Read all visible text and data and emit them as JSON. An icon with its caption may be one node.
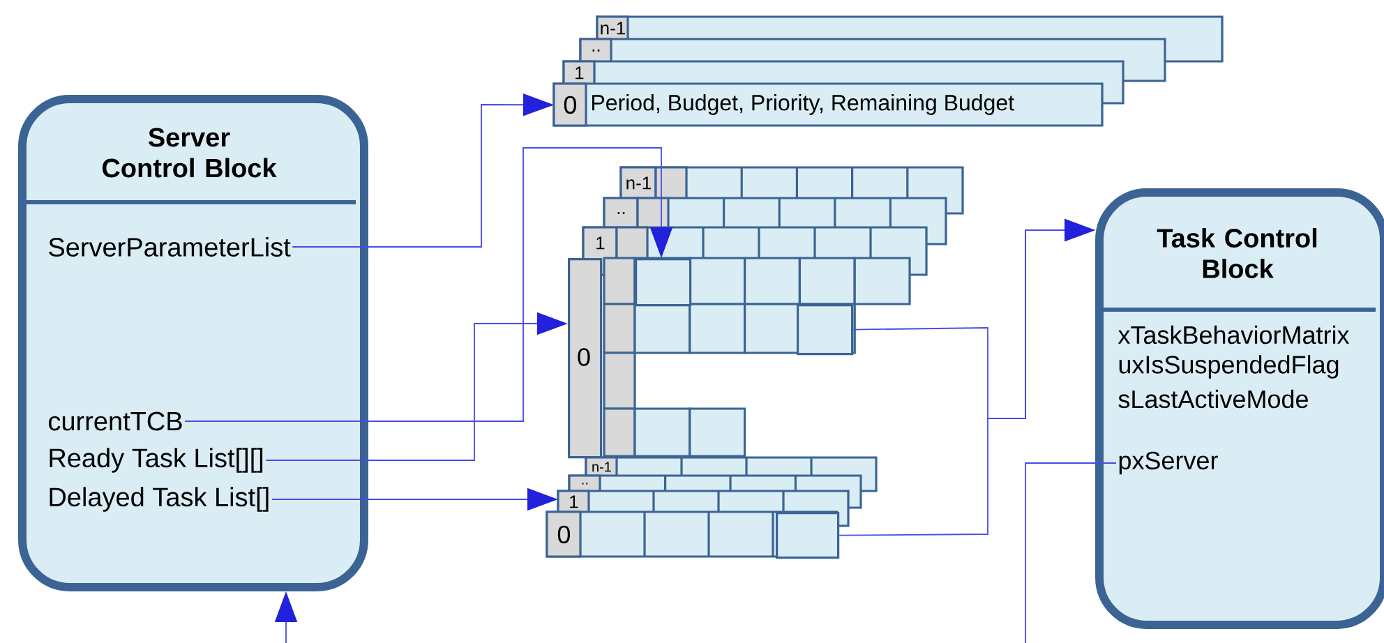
{
  "diagram": {
    "nodes": [
      {
        "text": [
          "Server Control Block"
        ]
      },
      {
        "text": [
          "ServerParameterList"
        ],
        "in": 0
      },
      {
        "text": [
          "currentTCB"
        ],
        "in": 0
      },
      {
        "text": [
          "Ready Task List[][]"
        ],
        "in": 0
      },
      {
        "text": [
          "Delayed Task List[]"
        ],
        "in": 0
      },
      {
        "text": [
          "n-1"
        ]
      },
      {
        "text": [
          ".."
        ]
      },
      {
        "text": [
          "1"
        ]
      },
      {
        "text": [
          "0",
          "Period, Budget, Priority, Remaining Budget"
        ]
      },
      {
        "text": [
          "Task Control Block"
        ]
      },
      {
        "text": [
          "xTaskBehaviorMatrix"
        ],
        "in": 9
      },
      {
        "text": [
          "uxIsSuspendedFlag"
        ],
        "in": 9
      },
      {
        "text": [
          "sLastActiveMode"
        ],
        "in": 9
      },
      {
        "text": [
          "pxServer"
        ],
        "in": 9
      },
      {
        "text": [
          "n-1"
        ]
      },
      {
        "text": [
          ".."
        ]
      },
      {
        "text": [
          "1"
        ]
      },
      {
        "text": [
          "0"
        ]
      },
      {
        "text": [],
        "shape": "box"
      },
      {
        "text": [],
        "shape": "box"
      },
      {
        "text": [
          "n-1"
        ]
      },
      {
        "text": [
          ".."
        ]
      },
      {
        "text": [
          "1"
        ]
      },
      {
        "text": [
          "0"
        ]
      },
      {
        "text": [],
        "shape": "box"
      }
    ],
    "edges": [
      {
        "from": 1,
        "to": 8,
        "arrow": "to"
      },
      {
        "from": 2,
        "to": 18,
        "arrow": "to"
      },
      {
        "from": 3,
        "to": 17,
        "arrow": "to"
      },
      {
        "from": 4,
        "to": 22,
        "arrow": "to"
      },
      {
        "from": 19,
        "to": 9,
        "arrow": "to"
      },
      {
        "from": 24,
        "to": 9,
        "arrow": "to"
      },
      {
        "from": 13,
        "to": null,
        "arrow": "none"
      },
      {
        "from": null,
        "to": 0,
        "arrow": "to"
      }
    ]
  }
}
